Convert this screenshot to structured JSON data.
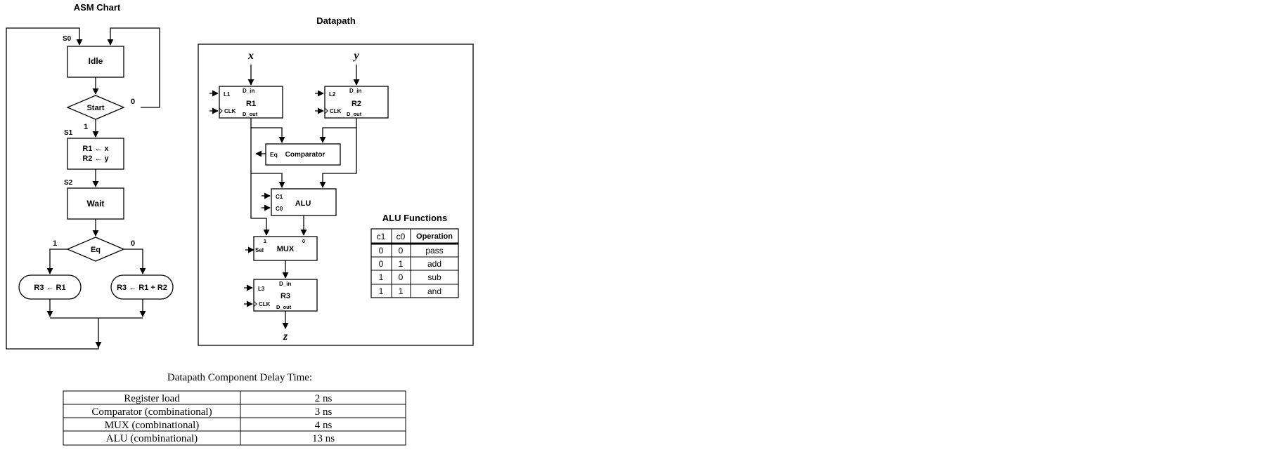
{
  "asm": {
    "title": "ASM Chart",
    "s0": "S0",
    "idle": "Idle",
    "start": "Start",
    "start_false": "0",
    "start_true": "1",
    "s1": "S1",
    "s1_line1": "R1 ← x",
    "s1_line2": "R2 ← y",
    "s2": "S2",
    "wait": "Wait",
    "eq": "Eq",
    "eq_true": "1",
    "eq_false": "0",
    "out_left": "R3 ← R1",
    "out_right": "R3 ← R1 + R2"
  },
  "datapath": {
    "title": "Datapath",
    "x": "x",
    "y": "y",
    "z": "z",
    "r1": {
      "load": "L1",
      "din": "D_in",
      "name": "R1",
      "clk": "CLK",
      "dout": "D_out"
    },
    "r2": {
      "load": "L2",
      "din": "D_in",
      "name": "R2",
      "clk": "CLK",
      "dout": "D_out"
    },
    "comparator": {
      "eq": "Eq",
      "name": "Comparator"
    },
    "alu": {
      "c1": "C1",
      "c0": "C0",
      "name": "ALU"
    },
    "mux": {
      "sel": "Sel",
      "name": "MUX",
      "in1": "1",
      "in0": "0"
    },
    "r3": {
      "load": "L3",
      "din": "D_in",
      "name": "R3",
      "clk": "CLK",
      "dout": "D_out"
    }
  },
  "alu_functions": {
    "title": "ALU Functions",
    "headers": [
      "c1",
      "c0",
      "Operation"
    ],
    "rows": [
      [
        "0",
        "0",
        "pass"
      ],
      [
        "0",
        "1",
        "add"
      ],
      [
        "1",
        "0",
        "sub"
      ],
      [
        "1",
        "1",
        "and"
      ]
    ]
  },
  "delay_table": {
    "title": "Datapath Component Delay Time:",
    "rows": [
      [
        "Register load",
        "2 ns"
      ],
      [
        "Comparator (combinational)",
        "3 ns"
      ],
      [
        "MUX (combinational)",
        "4 ns"
      ],
      [
        "ALU (combinational)",
        "13 ns"
      ]
    ]
  }
}
